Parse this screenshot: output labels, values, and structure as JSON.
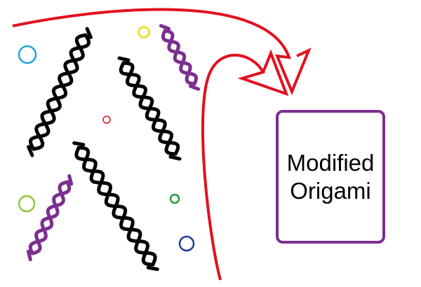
{
  "box": {
    "line1": "Modified",
    "line2": "Origami",
    "border_color": "#7b2f8f"
  },
  "colors": {
    "arrow": "#e3101f",
    "strand_black": "#000000",
    "strand_purple": "#7b2f8f",
    "circle_blue": "#1fa2dc",
    "circle_yellow": "#ecd90c",
    "circle_red": "#e3101f",
    "circle_green_light": "#8dc63f",
    "circle_green": "#1f9d3b",
    "circle_navy": "#1f3d96"
  },
  "elements": {
    "arrows": [
      "curved-arrow-top",
      "curved-arrow-bottom"
    ],
    "strands": [
      "dna-strand-black",
      "dna-strand-purple"
    ],
    "circles": [
      "circle-blue",
      "circle-yellow",
      "circle-red",
      "circle-green-light",
      "circle-green",
      "circle-navy"
    ]
  }
}
